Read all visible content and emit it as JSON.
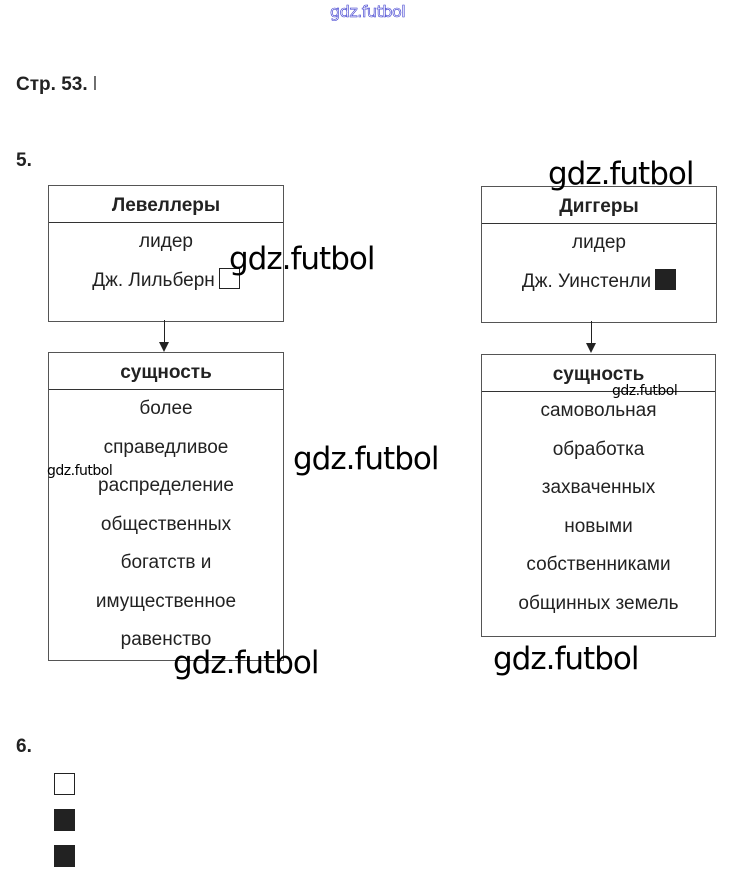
{
  "watermark": "gdz.futbol",
  "page_heading": "Стр. 53.",
  "page_heading_mark": "l",
  "task5": {
    "number": "5.",
    "left": {
      "title": "Левеллеры",
      "leader_label": "лидер",
      "leader_name": "Дж. Лильберн",
      "leader_marker": "empty",
      "essence_title": "сущность",
      "essence_lines": [
        "более",
        "справедливое",
        "распределение",
        "общественных",
        "богатств и",
        "имущественное",
        "равенство"
      ]
    },
    "right": {
      "title": "Диггеры",
      "leader_label": "лидер",
      "leader_name": "Дж. Уинстенли",
      "leader_marker": "filled",
      "essence_title": "сущность",
      "essence_lines": [
        "самовольная",
        "обработка",
        "захваченных",
        "новыми",
        "собственниками",
        "общинных земель"
      ]
    }
  },
  "task6": {
    "number": "6.",
    "markers": [
      "empty",
      "filled",
      "filled"
    ]
  }
}
